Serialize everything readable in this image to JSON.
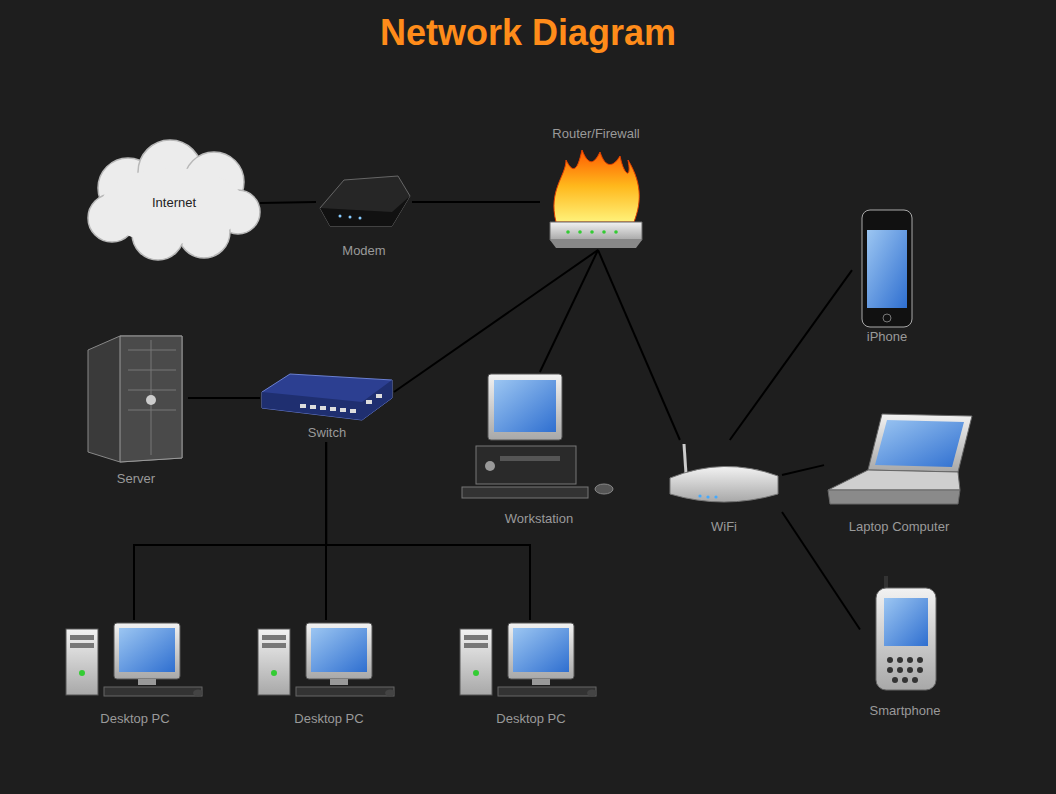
{
  "diagram": {
    "title": "Network Diagram",
    "nodes": [
      {
        "text": [
          "Internet"
        ]
      },
      {
        "text": [
          "Modem"
        ]
      },
      {
        "text": [
          "Router/Firewall"
        ]
      },
      {
        "text": [
          "iPhone"
        ]
      },
      {
        "text": [
          "Server"
        ]
      },
      {
        "text": [
          "Switch"
        ]
      },
      {
        "text": [
          "Workstation"
        ]
      },
      {
        "text": [
          "WiFi"
        ]
      },
      {
        "text": [
          "Laptop Computer"
        ]
      },
      {
        "text": [
          "Desktop PC"
        ]
      },
      {
        "text": [
          "Desktop PC"
        ]
      },
      {
        "text": [
          "Desktop PC"
        ]
      },
      {
        "text": [
          "Smartphone"
        ]
      }
    ],
    "edges": [
      {
        "from": 0,
        "to": 1,
        "arrow": "none"
      },
      {
        "from": 1,
        "to": 2,
        "arrow": "none"
      },
      {
        "from": 2,
        "to": 5,
        "arrow": "none"
      },
      {
        "from": 2,
        "to": 6,
        "arrow": "none"
      },
      {
        "from": 2,
        "to": 7,
        "arrow": "none"
      },
      {
        "from": 5,
        "to": 4,
        "arrow": "none"
      },
      {
        "from": 5,
        "to": 9,
        "arrow": "none"
      },
      {
        "from": 5,
        "to": 10,
        "arrow": "none"
      },
      {
        "from": 5,
        "to": 11,
        "arrow": "none"
      },
      {
        "from": 7,
        "to": 3,
        "arrow": "none"
      },
      {
        "from": 7,
        "to": 8,
        "arrow": "none"
      },
      {
        "from": 7,
        "to": 12,
        "arrow": "none"
      }
    ]
  }
}
